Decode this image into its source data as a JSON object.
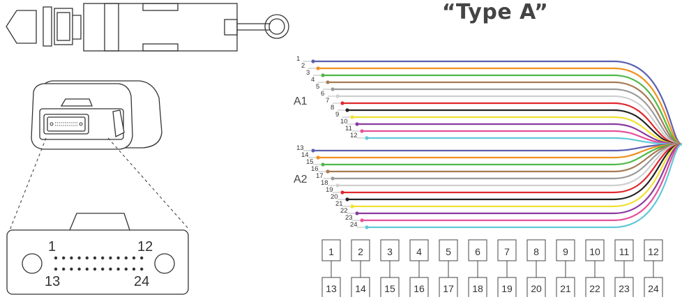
{
  "title": "“Type A”",
  "connector_face": {
    "top_left": "1",
    "top_right": "12",
    "bottom_left": "13",
    "bottom_right": "24"
  },
  "groups": [
    "A1",
    "A2"
  ],
  "fiber_colors": [
    "#5b5fb0",
    "#f0901e",
    "#4db848",
    "#a57a52",
    "#9a9a9a",
    "#e0e0e0",
    "#e0282e",
    "#222222",
    "#f0e030",
    "#8a3aa0",
    "#e6509c",
    "#60c8d8"
  ],
  "fiber_labels": [
    "1",
    "2",
    "3",
    "4",
    "5",
    "6",
    "7",
    "8",
    "9",
    "10",
    "11",
    "12",
    "13",
    "14",
    "15",
    "16",
    "17",
    "18",
    "19",
    "20",
    "21",
    "22",
    "23",
    "24"
  ],
  "port_top": [
    "1",
    "2",
    "3",
    "4",
    "5",
    "6",
    "7",
    "8",
    "9",
    "10",
    "11",
    "12"
  ],
  "port_bottom": [
    "13",
    "14",
    "15",
    "16",
    "17",
    "18",
    "19",
    "20",
    "21",
    "22",
    "23",
    "24"
  ]
}
